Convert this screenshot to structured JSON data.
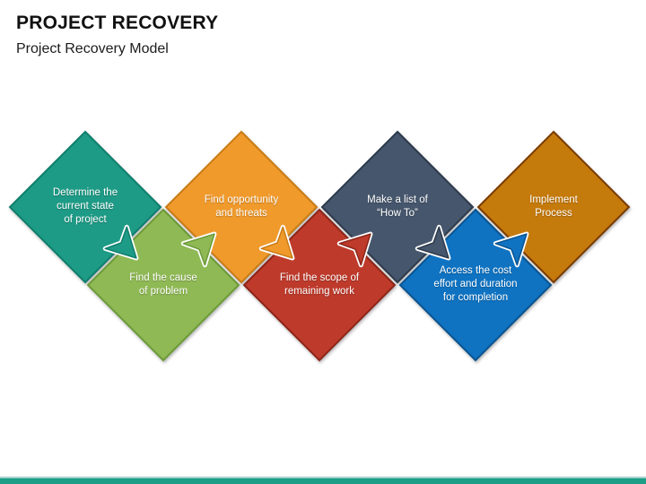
{
  "slide": {
    "title": "PROJECT RECOVERY",
    "subtitle": "Project Recovery Model",
    "footer_bar_color": "#1D9E87",
    "footer_hairline_color": "#B9D9D5"
  },
  "diagram": {
    "type": "puzzle-diamond-process-flow",
    "connector_outline_color": "#FFFFFF",
    "steps": [
      {
        "order": 1,
        "row": "top",
        "label": "Determine the\ncurrent state\nof project",
        "color": "#1E9B86",
        "border_color": "#0F7E6C"
      },
      {
        "order": 2,
        "row": "bottom",
        "label": "Find the cause\nof problem",
        "color": "#8FB954",
        "border_color": "#6C9A38"
      },
      {
        "order": 3,
        "row": "top",
        "label": "Find opportunity\nand threats",
        "color": "#F09A2C",
        "border_color": "#C97B15"
      },
      {
        "order": 4,
        "row": "bottom",
        "label": "Find the scope of\nremaining work",
        "color": "#BE3A2B",
        "border_color": "#8C2619"
      },
      {
        "order": 5,
        "row": "top",
        "label": "Make a list of\n“How To”",
        "color": "#46566C",
        "border_color": "#2D3A4C"
      },
      {
        "order": 6,
        "row": "bottom",
        "label": "Access the cost\neffort and duration\nfor completion",
        "color": "#0F73C2",
        "border_color": "#0A5491"
      },
      {
        "order": 7,
        "row": "top",
        "label": "Implement\nProcess",
        "color": "#C57A0C",
        "border_color": "#7A3B00"
      }
    ]
  }
}
